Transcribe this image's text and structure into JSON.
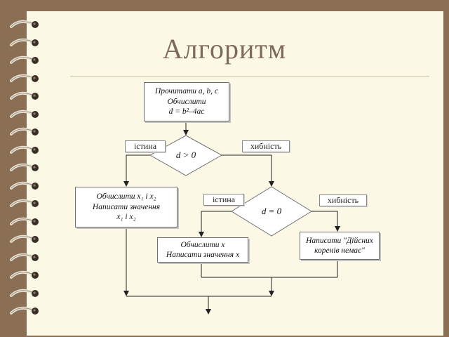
{
  "slide": {
    "title": "Алгоритм"
  },
  "flowchart": {
    "start_box": {
      "line1": "Прочитати a, b, c",
      "line2": "Обчислити",
      "line3": "d = b²–4ac"
    },
    "decision1": {
      "condition": "d > 0",
      "true_label": "істина",
      "false_label": "хибність"
    },
    "two_roots_box": {
      "line1": "Обчислити x₁ і x₂",
      "line2": "Написати значення",
      "line3": "x₁ і x₂"
    },
    "decision2": {
      "condition": "d = 0",
      "true_label": "істина",
      "false_label": "хибність"
    },
    "one_root_box": {
      "line1": "Обчислити x",
      "line2": "Написати значення x"
    },
    "no_roots_box": {
      "line1": "Написати \"Дійсних",
      "line2": "коренів немає\""
    }
  },
  "colors": {
    "frame": "#8b6f55",
    "paper": "#fbf8e6",
    "title": "#7d6a5c"
  }
}
